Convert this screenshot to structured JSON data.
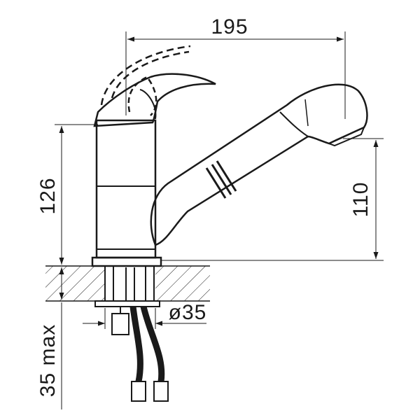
{
  "title": "Faucet technical drawing",
  "dimensions": {
    "width_label": "195",
    "height_body_label": "126",
    "height_spout_label": "110",
    "hole_diameter_label": "ø35",
    "counter_thickness_label": "35 max"
  },
  "colors": {
    "line": "#1a1a1a",
    "background": "#ffffff"
  }
}
